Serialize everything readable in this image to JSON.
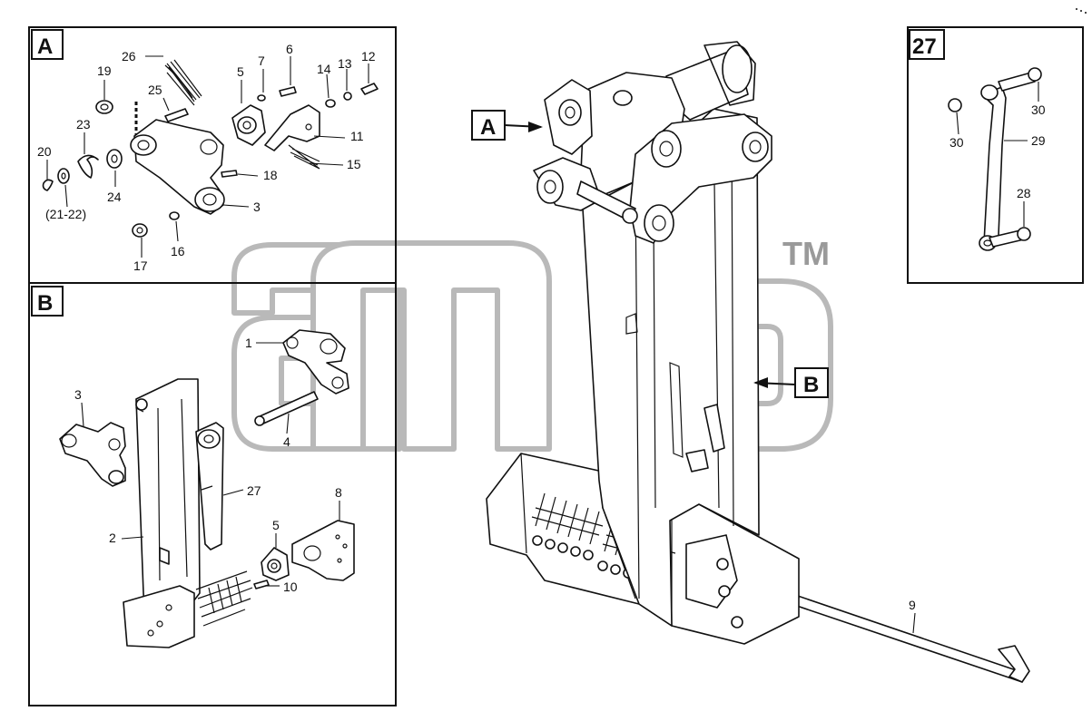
{
  "panels": {
    "A": "A",
    "B": "B",
    "detail": "27"
  },
  "callouts": {
    "main_A": "A",
    "main_B": "B"
  },
  "watermark": {
    "tm": "TM"
  },
  "labels": {
    "A_26": "26",
    "A_19": "19",
    "A_25": "25",
    "A_5": "5",
    "A_7": "7",
    "A_6": "6",
    "A_14": "14",
    "A_13": "13",
    "A_12": "12",
    "A_23": "23",
    "A_11": "11",
    "A_20": "20",
    "A_15": "15",
    "A_18": "18",
    "A_24": "24",
    "A_21_22": "(21-22)",
    "A_3": "3",
    "A_17": "17",
    "A_16": "16",
    "B_1": "1",
    "B_3": "3",
    "B_4": "4",
    "B_27": "27",
    "B_8": "8",
    "B_2": "2",
    "B_5": "5",
    "B_10": "10",
    "D_30a": "30",
    "D_30b": "30",
    "D_29": "29",
    "D_28": "28",
    "M_9": "9"
  }
}
